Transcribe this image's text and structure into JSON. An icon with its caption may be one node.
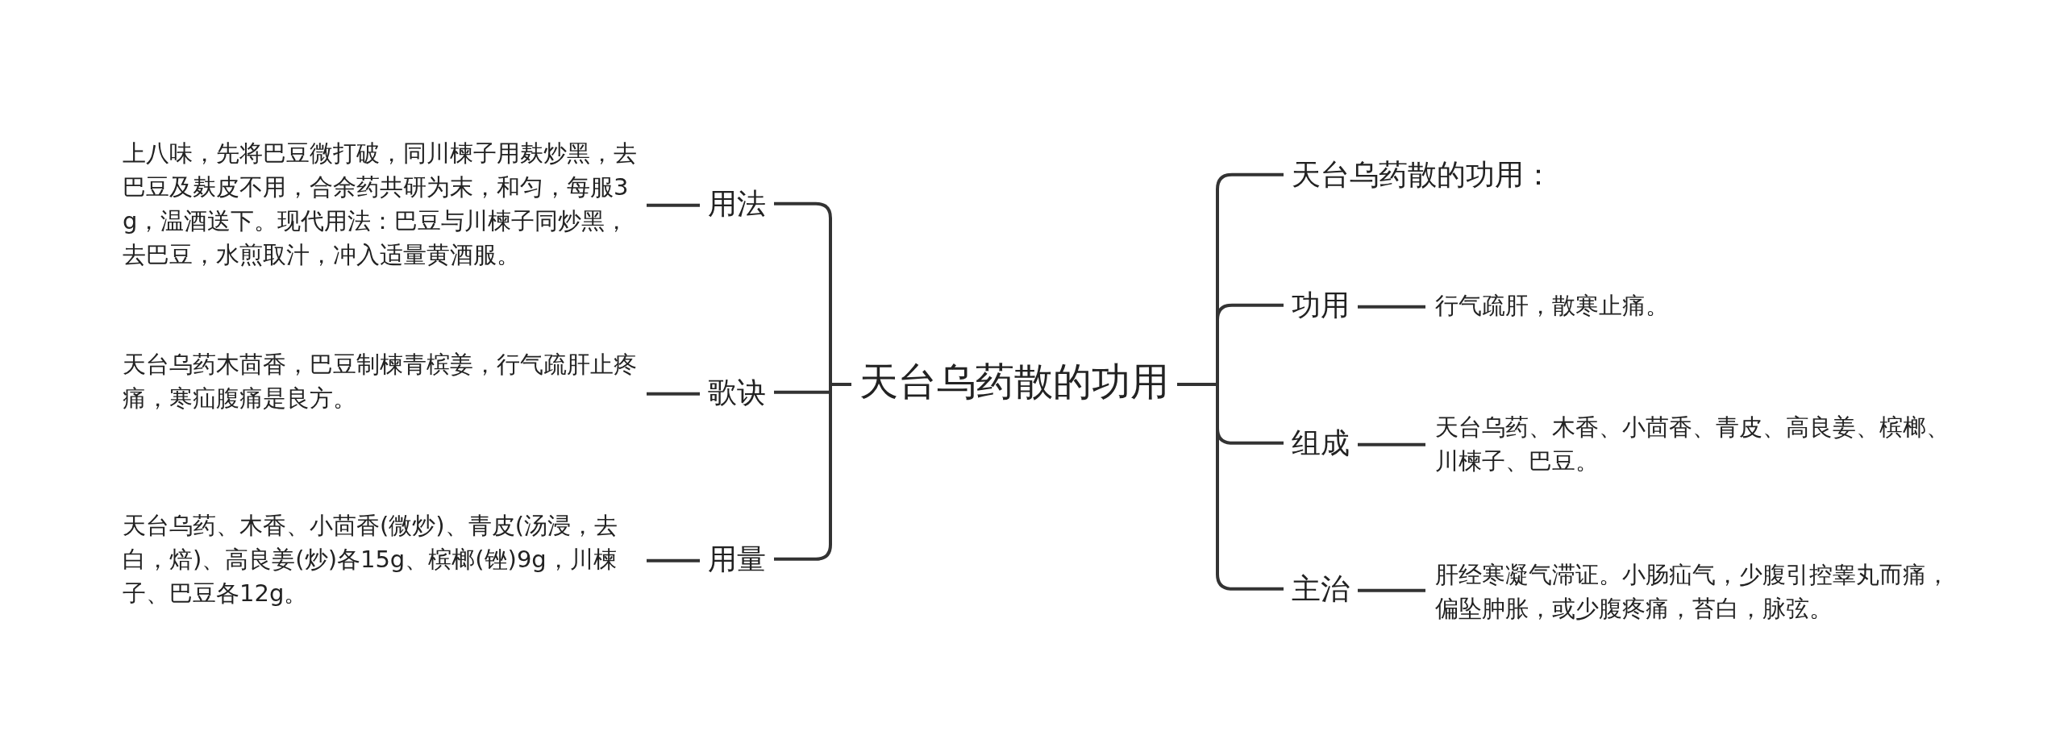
{
  "diagram": {
    "nodes": [
      {
        "text": [
          "天台乌药散的功用"
        ]
      },
      {
        "text": [
          "用法"
        ]
      },
      {
        "text": [
          "歌诀"
        ]
      },
      {
        "text": [
          "用量"
        ]
      },
      {
        "text": [
          "上八味，先将巴豆微打破，同川楝子用麸炒黑，去巴豆及麸皮不用，合余药共研为末，和匀，每服3g，温酒送下。现代用法：巴豆与川楝子同炒黑，去巴豆，水煎取汁，冲入适量黄酒服。"
        ]
      },
      {
        "text": [
          "天台乌药木茴香，巴豆制楝青槟姜，行气疏肝止疼痛，寒疝腹痛是良方。"
        ]
      },
      {
        "text": [
          "天台乌药、木香、小茴香(微炒)、青皮(汤浸，去白，焙)、高良姜(炒)各15g、槟榔(锉)9g，川楝子、巴豆各12g。"
        ]
      },
      {
        "text": [
          "天台乌药散的功用："
        ]
      },
      {
        "text": [
          "功用"
        ]
      },
      {
        "text": [
          "组成"
        ]
      },
      {
        "text": [
          "主治"
        ]
      },
      {
        "text": [
          "行气疏肝，散寒止痛。"
        ]
      },
      {
        "text": [
          "天台乌药、木香、小茴香、青皮、高良姜、槟榔、川楝子、巴豆。"
        ]
      },
      {
        "text": [
          "肝经寒凝气滞证。小肠疝气，少腹引控睾丸而痛，偏坠肿胀，或少腹疼痛，苔白，脉弦。"
        ]
      }
    ],
    "edges": [
      {
        "from": 0,
        "to": 1,
        "arrow": "none"
      },
      {
        "from": 0,
        "to": 2,
        "arrow": "none"
      },
      {
        "from": 0,
        "to": 3,
        "arrow": "none"
      },
      {
        "from": 1,
        "to": 4,
        "arrow": "none"
      },
      {
        "from": 2,
        "to": 5,
        "arrow": "none"
      },
      {
        "from": 3,
        "to": 6,
        "arrow": "none"
      },
      {
        "from": 0,
        "to": 7,
        "arrow": "none"
      },
      {
        "from": 0,
        "to": 8,
        "arrow": "none"
      },
      {
        "from": 0,
        "to": 9,
        "arrow": "none"
      },
      {
        "from": 0,
        "to": 10,
        "arrow": "none"
      },
      {
        "from": 8,
        "to": 11,
        "arrow": "none"
      },
      {
        "from": 9,
        "to": 12,
        "arrow": "none"
      },
      {
        "from": 10,
        "to": 13,
        "arrow": "none"
      }
    ]
  }
}
